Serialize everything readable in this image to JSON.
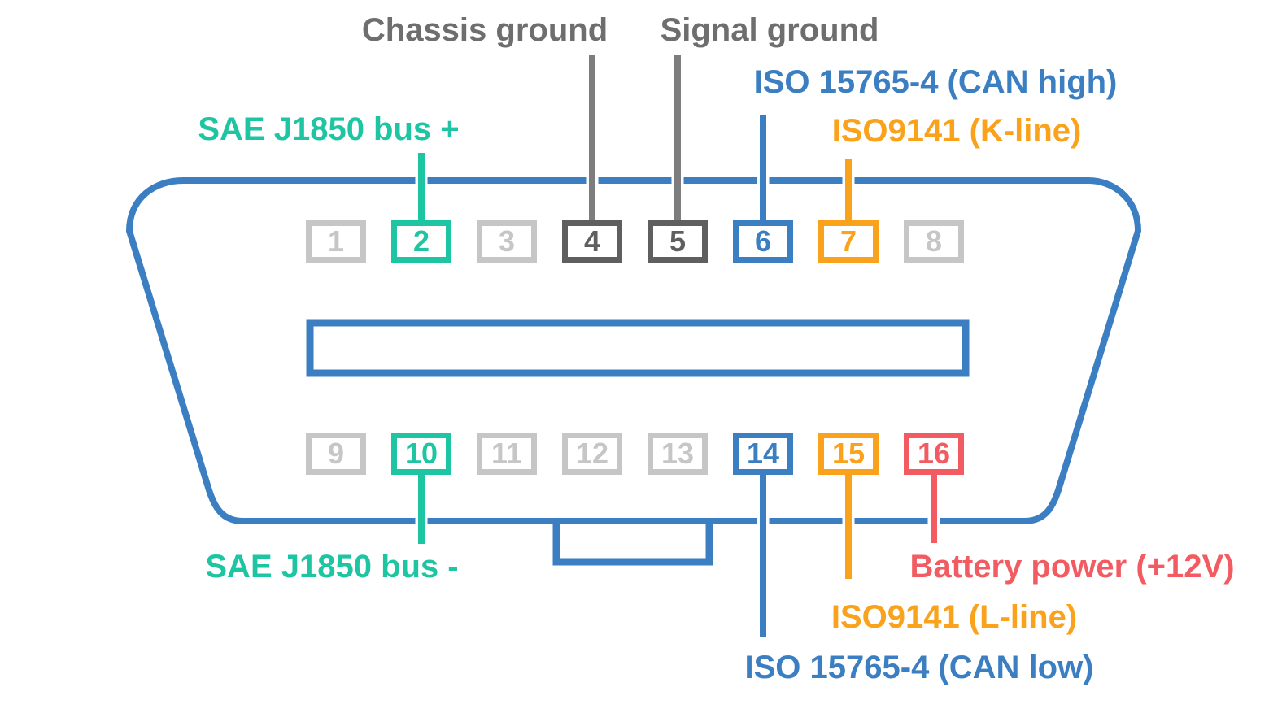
{
  "colors": {
    "teal": "#1dc5a3",
    "blue": "#3b7fc2",
    "orange": "#faa21c",
    "red": "#f15b61",
    "dark_gray": "#5f5f5f",
    "line_gray": "#7d7d7d",
    "light_gray": "#c6c6c6",
    "label_gray": "#6e6e6e",
    "outline_blue": "#3b7fc2"
  },
  "labels": {
    "chassis_ground": "Chassis ground",
    "signal_ground": "Signal ground",
    "can_high": "ISO 15765-4 (CAN high)",
    "k_line": "ISO9141 (K-line)",
    "j1850_plus": "SAE J1850 bus +",
    "j1850_minus": "SAE J1850 bus -",
    "battery": "Battery power (+12V)",
    "l_line": "ISO9141 (L-line)",
    "can_low": "ISO 15765-4 (CAN low)"
  },
  "pins": [
    {
      "number": "1",
      "color": "light_gray"
    },
    {
      "number": "2",
      "color": "teal"
    },
    {
      "number": "3",
      "color": "light_gray"
    },
    {
      "number": "4",
      "color": "dark_gray"
    },
    {
      "number": "5",
      "color": "dark_gray"
    },
    {
      "number": "6",
      "color": "blue"
    },
    {
      "number": "7",
      "color": "orange"
    },
    {
      "number": "8",
      "color": "light_gray"
    },
    {
      "number": "9",
      "color": "light_gray"
    },
    {
      "number": "10",
      "color": "teal"
    },
    {
      "number": "11",
      "color": "light_gray"
    },
    {
      "number": "12",
      "color": "light_gray"
    },
    {
      "number": "13",
      "color": "light_gray"
    },
    {
      "number": "14",
      "color": "blue"
    },
    {
      "number": "15",
      "color": "orange"
    },
    {
      "number": "16",
      "color": "red"
    }
  ]
}
